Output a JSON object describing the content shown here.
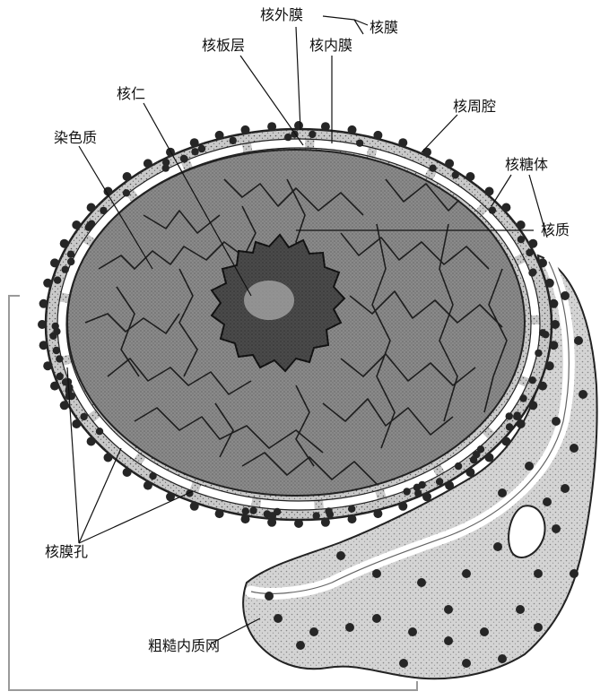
{
  "labels": {
    "outer_membrane": "核外膜",
    "nuclear_envelope": "核膜",
    "nuclear_lamina": "核板层",
    "inner_membrane": "核内膜",
    "nucleolus": "核仁",
    "perinuclear_space": "核周腔",
    "chromatin": "染色质",
    "ribosome": "核糖体",
    "nucleoplasm": "核质",
    "nuclear_pore": "核膜孔",
    "rough_er": "粗糙内质网"
  },
  "colors": {
    "background": "#ffffff",
    "nucleoplasm": "#8a8a8a",
    "envelope_band": "#c9c9c9",
    "envelope_stipple": "#5a5a5a",
    "membrane_gap": "#ffffff",
    "chromatin": "#1e1e1e",
    "nucleolus": "#4a4a4a",
    "ribosome": "#262626",
    "er_fill": "#d4d4d4",
    "leader_line": "#111111",
    "bracket": "#9a9a9a"
  },
  "icons": {
    "ribosome": "filled-dot",
    "nuclear_pore": "membrane-gap"
  }
}
